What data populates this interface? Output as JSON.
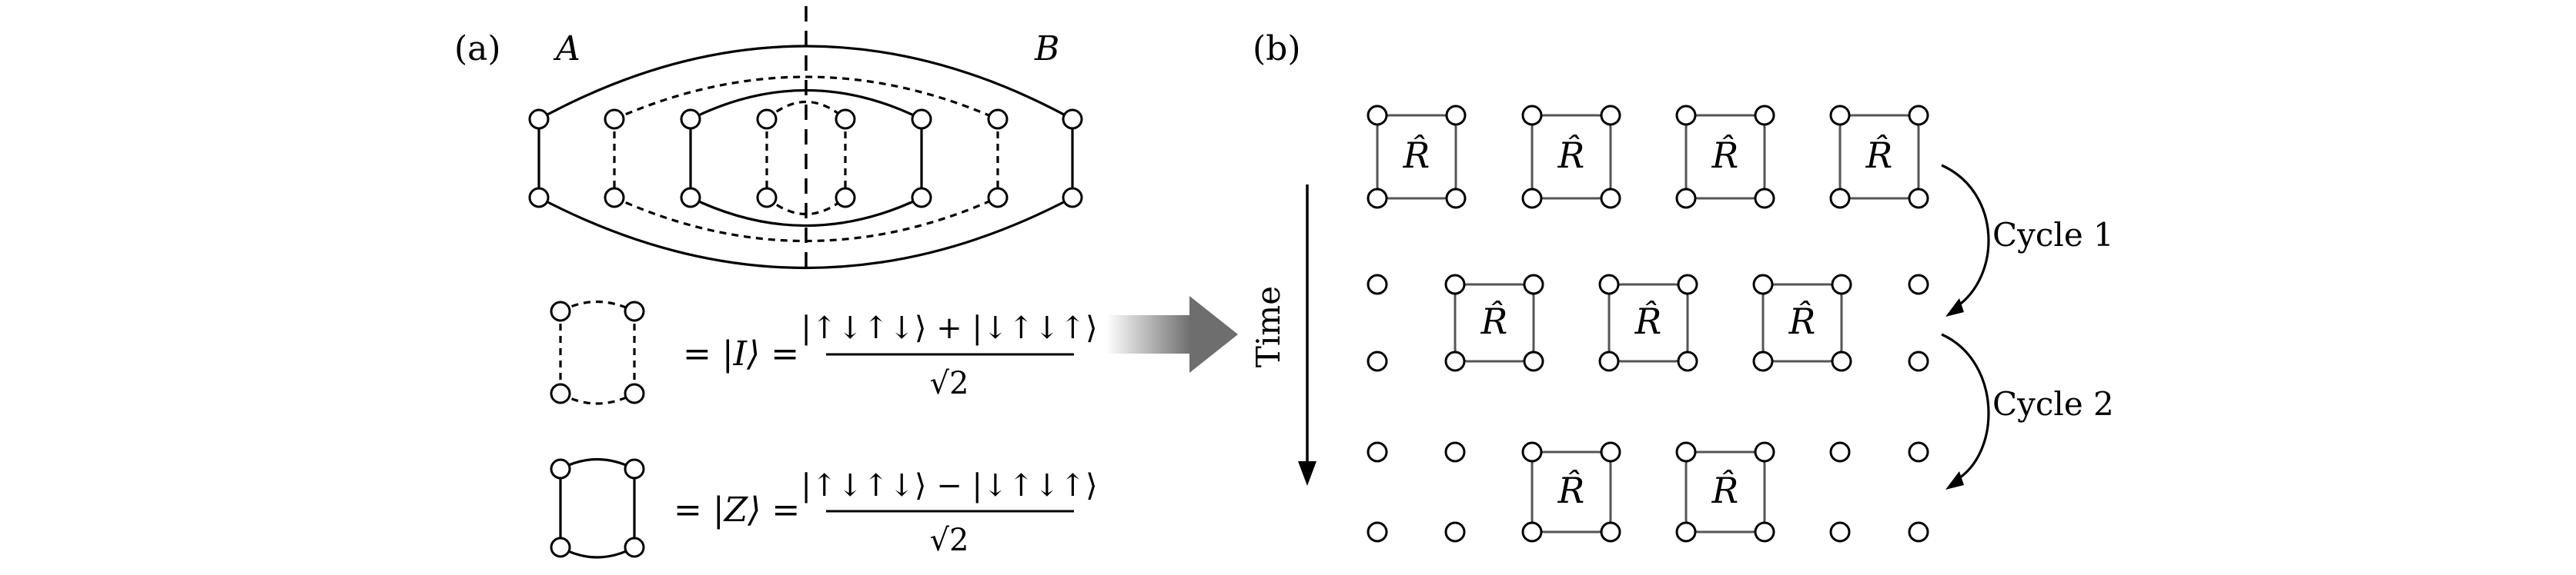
{
  "panel_a": {
    "label": "(a)",
    "region_a": "A",
    "region_b": "B",
    "eq_i": {
      "lhs": "= |I⟩ =",
      "numerator": "|↑↓↑↓⟩ + |↓↑↓↑⟩",
      "denominator": "√2"
    },
    "eq_z": {
      "lhs": "= |Z⟩ =",
      "numerator": "|↑↓↑↓⟩ − |↓↑↓↑⟩",
      "denominator": "√2"
    }
  },
  "panel_b": {
    "label": "(b)",
    "time_label": "Time",
    "cycle1": "Cycle 1",
    "cycle2": "Cycle 2",
    "op_symbol": "R̂"
  }
}
